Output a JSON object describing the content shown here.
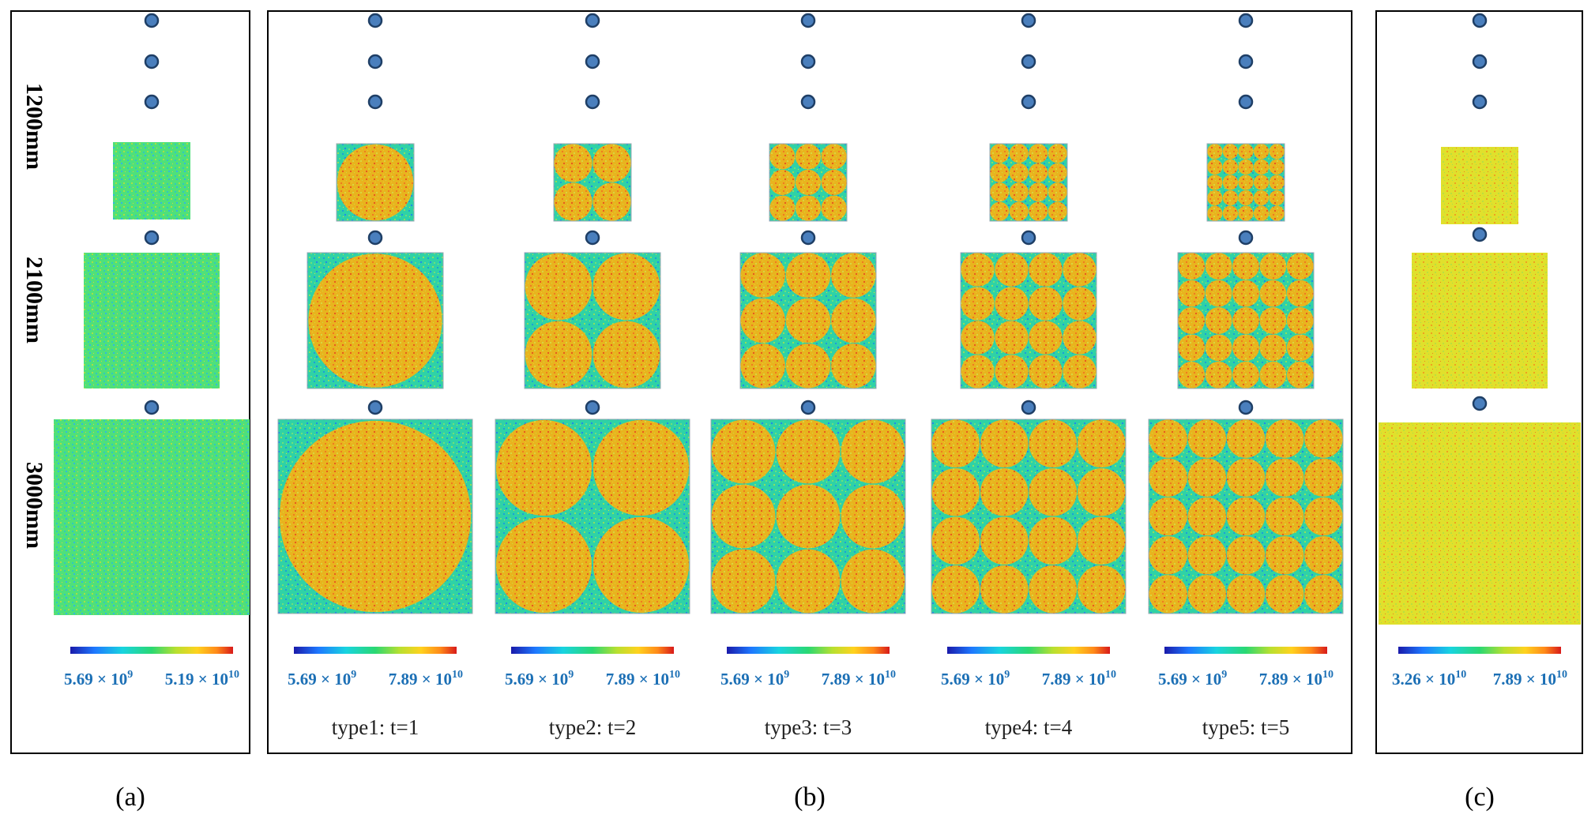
{
  "figure": {
    "size_labels": [
      "1200mm",
      "2100mm",
      "3000mm"
    ],
    "panels": [
      {
        "id": "a",
        "label": "(a)",
        "cb_min": "5.69 × 10",
        "cb_min_exp": "9",
        "cb_max": "5.19 × 10",
        "cb_max_exp": "10"
      },
      {
        "id": "b",
        "label": "(b)"
      },
      {
        "id": "c",
        "label": "(c)",
        "cb_min": "3.26 × 10",
        "cb_min_exp": "10",
        "cb_max": "7.89 × 10",
        "cb_max_exp": "10"
      }
    ],
    "types": [
      {
        "label": "type1: t=1",
        "t": 1,
        "cb_min": "5.69 × 10",
        "cb_min_exp": "9",
        "cb_max": "7.89 × 10",
        "cb_max_exp": "10"
      },
      {
        "label": "type2: t=2",
        "t": 2,
        "cb_min": "5.69 × 10",
        "cb_min_exp": "9",
        "cb_max": "7.89 × 10",
        "cb_max_exp": "10"
      },
      {
        "label": "type3: t=3",
        "t": 3,
        "cb_min": "5.69 × 10",
        "cb_min_exp": "9",
        "cb_max": "7.89 × 10",
        "cb_max_exp": "10"
      },
      {
        "label": "type4: t=4",
        "t": 4,
        "cb_min": "5.69 × 10",
        "cb_min_exp": "9",
        "cb_max": "7.89 × 10",
        "cb_max_exp": "10"
      },
      {
        "label": "type5: t=5",
        "t": 5,
        "cb_min": "5.69 × 10",
        "cb_min_exp": "9",
        "cb_max": "7.89 × 10",
        "cb_max_exp": "10"
      }
    ],
    "colors": {
      "matrix": "#2fd2a6",
      "inclusion": "#e8b41e",
      "homogeneous_a": "#4fe07a",
      "homogeneous_c": "#e0e02c",
      "colorbar": [
        "#1a1aaa",
        "#1e78ff",
        "#18d4e0",
        "#2ad872",
        "#b8e030",
        "#ffd21e",
        "#ff8a1a",
        "#d81a1a"
      ]
    }
  }
}
